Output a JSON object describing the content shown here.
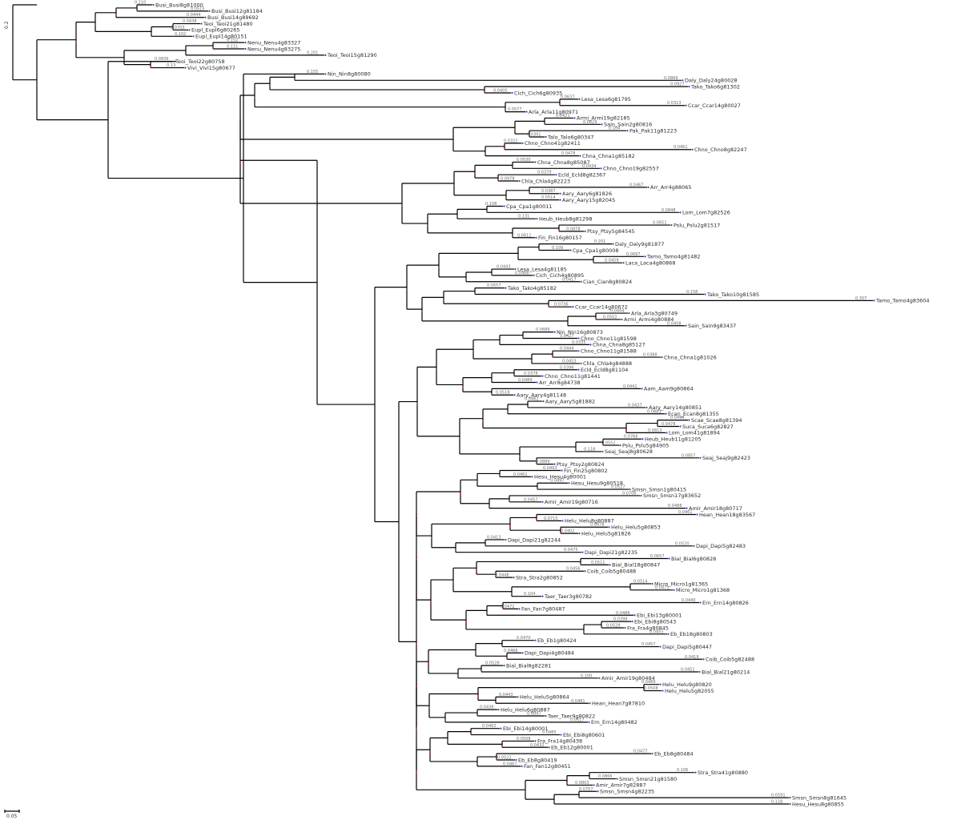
{
  "tree": {
    "scale_label": "0.05",
    "root_label": "0.2",
    "colors": {
      "branch": "#000000",
      "tip": "#3c3cbe",
      "node": "#d03030",
      "label": "#2a2a2a"
    },
    "nodes": [
      {
        "label": "Busi_Busi8g81000",
        "bl": "0.210"
      },
      {
        "label": "Busi_Busi12g81184",
        "bl": "0.0515"
      },
      {
        "label": "Busi_Busi14g89692",
        "bl": "0.0444"
      },
      {
        "label": "Teoi_Teoi21g81480",
        "bl": "0.0938"
      },
      {
        "label": "Eupl_Eupl6g80265",
        "bl": "0.0703"
      },
      {
        "label": "Eupl_Eupl14g80151",
        "bl": "0.102"
      },
      {
        "label": "Nenu_Nenu4g83327",
        "bl": "0.152"
      },
      {
        "label": "Nenu_Nenu4g83275",
        "bl": "0.111"
      },
      {
        "label": "Teoi_Teoi15g81290",
        "bl": "0.201"
      },
      {
        "label": "Teoi_Teoi22g80758",
        "bl": "0.0836"
      },
      {
        "label": "Vivi_Vivi15g80677",
        "bl": "0.13"
      },
      {
        "label": "Nin_Nin8g80080",
        "bl": "0.155"
      },
      {
        "label": "Daly_Daly24g80028",
        "bl": "0.0869"
      },
      {
        "label": "Tako_Tako6g81302",
        "bl": "0.0927"
      },
      {
        "label": "Cich_Cich6g80935",
        "bl": "0.0405"
      },
      {
        "label": "Lesa_Lesa6g81795",
        "bl": "0.0637"
      },
      {
        "label": "Ccar_Ccar14g80027",
        "bl": "0.0313"
      },
      {
        "label": "Arla_Arla11g80971",
        "bl": "0.0577"
      },
      {
        "label": "Armi_Armi19g82185",
        "bl": "0.0421"
      },
      {
        "label": "Sain_Sain2g80816",
        "bl": "0.0629"
      },
      {
        "label": "Pak_Pak11g81223",
        "bl": "0.104"
      },
      {
        "label": "Talo_Talo6g80347",
        "bl": "0.0391"
      },
      {
        "label": "Chno_Chno41g82411",
        "bl": "0.0322"
      },
      {
        "label": "Chno_Chno8g82247",
        "bl": "0.0461"
      },
      {
        "label": "Chna_Chna1g85182",
        "bl": "0.0478"
      },
      {
        "label": "Chna_Chna8g85087",
        "bl": "0.0530"
      },
      {
        "label": "Chno_Chno19g82557",
        "bl": "0.0434"
      },
      {
        "label": "Ecld_Ecld8g82367",
        "bl": "0.0379"
      },
      {
        "label": "Chla_Chla4g82223",
        "bl": "0.0978"
      },
      {
        "label": "Arr_Arr4g88065",
        "bl": "0.0467"
      },
      {
        "label": "Aary_Aary6g81826",
        "bl": "0.0387"
      },
      {
        "label": "Aary_Aary15g82045",
        "bl": "0.0514"
      },
      {
        "label": "Cpa_Cpa1g80011",
        "bl": "0.108"
      },
      {
        "label": "Lom_Lom7g82526",
        "bl": "0.0848"
      },
      {
        "label": "Heub_Heub8g81298",
        "bl": "0.131"
      },
      {
        "label": "Pslu_Pslu2g81517",
        "bl": "0.0651"
      },
      {
        "label": "Ptsy_Ptsy5g84545",
        "bl": "0.0878"
      },
      {
        "label": "Fin_Fin16g80157",
        "bl": "0.0611"
      },
      {
        "label": "Daly_Daly9g81877",
        "bl": "0.201"
      },
      {
        "label": "Cpa_Cpa1g80008",
        "bl": "0.109"
      },
      {
        "label": "Tamo_Tamo4g81482",
        "bl": "0.0697"
      },
      {
        "label": "Laca_Laca4g80868",
        "bl": "0.0459"
      },
      {
        "label": "Lesa_Lesa4g81185",
        "bl": "0.0443"
      },
      {
        "label": "Cich_Cich4g80895",
        "bl": "0.0466"
      },
      {
        "label": "Cian_Cian8g80824",
        "bl": "0.0417"
      },
      {
        "label": "Tako_Tako4g85182",
        "bl": "0.0557"
      },
      {
        "label": "Tako_Tako10g81585",
        "bl": "0.158"
      },
      {
        "label": "Tamo_Tamo4g83604",
        "bl": "0.307"
      },
      {
        "label": "Ccar_Ccar14g80672",
        "bl": "0.0736"
      },
      {
        "label": "Arla_Arla3g80749",
        "bl": "0.0444"
      },
      {
        "label": "Armi_Armi4g80884",
        "bl": "0.0502"
      },
      {
        "label": "Sain_Sain9g83437",
        "bl": "0.0458"
      },
      {
        "label": "Nin_Nin16g80873",
        "bl": "0.0689"
      },
      {
        "label": "Chno_Chno11g81598",
        "bl": "0.0427"
      },
      {
        "label": "Chna_Chna8g85127",
        "bl": "0.0335"
      },
      {
        "label": "Chno_Chno11g81588",
        "bl": "0.0444"
      },
      {
        "label": "Chna_Chna1g81026",
        "bl": "0.0388"
      },
      {
        "label": "Chla_Chla4g84888",
        "bl": "0.0453"
      },
      {
        "label": "Ecld_Ecld8g81104",
        "bl": "0.0396"
      },
      {
        "label": "Chno_Chno11g81441",
        "bl": "0.0378"
      },
      {
        "label": "Arr_Arr8g84738",
        "bl": "0.0489"
      },
      {
        "label": "Aam_Aam9g80864",
        "bl": "0.0441"
      },
      {
        "label": "Aary_Aary4g81148",
        "bl": "0.0518"
      },
      {
        "label": "Aary_Aary5g81882",
        "bl": "0.0462"
      },
      {
        "label": "Aary_Aary14g80851",
        "bl": "0.0437"
      },
      {
        "label": "Ecan_Ecan8g81355",
        "bl": "0.0883"
      },
      {
        "label": "Scae_Scae8g81394",
        "bl": "0.0494"
      },
      {
        "label": "Suca_Suca6g82827",
        "bl": "0.0478"
      },
      {
        "label": "Lom_Lom41g81894",
        "bl": "0.0813"
      },
      {
        "label": "Heub_Heub11g81205",
        "bl": "0.0766"
      },
      {
        "label": "Pslu_Pslu5g84905",
        "bl": "0.0552"
      },
      {
        "label": "Seaj_Seaj8g80628",
        "bl": "0.118"
      },
      {
        "label": "Seaj_Seaj9g82423",
        "bl": "0.0857"
      },
      {
        "label": "Ptsy_Ptsy2g80824",
        "bl": "0.0889"
      },
      {
        "label": "Fin_Fin25g80802",
        "bl": "0.0493"
      },
      {
        "label": "Hesu_Hesu4g80001",
        "bl": "0.0461"
      },
      {
        "label": "Hesu_Hesu9g80518",
        "bl": "0.0497"
      },
      {
        "label": "Smsn_Smsn1g80415",
        "bl": "0.0527"
      },
      {
        "label": "Smsn_Smsn17g83652",
        "bl": "0.0706"
      },
      {
        "label": "Amir_Amir19g80716",
        "bl": "0.0457"
      },
      {
        "label": "Amir_Amir18g80717",
        "bl": "0.0488"
      },
      {
        "label": "Hean_Hean18g83567",
        "bl": "0.0461"
      },
      {
        "label": "Helu_Helu8g80887",
        "bl": "0.0715"
      },
      {
        "label": "Helu_Helu5g80853",
        "bl": "0.0478"
      },
      {
        "label": "Helu_Helu5g81826",
        "bl": "0.0402"
      },
      {
        "label": "Dapi_Dapi21g82244",
        "bl": "0.0413"
      },
      {
        "label": "Dapi_Dapi5g82483",
        "bl": "0.0520"
      },
      {
        "label": "Dapi_Dapi21g82235",
        "bl": "0.0475"
      },
      {
        "label": "Bial_Bial6g80828",
        "bl": "0.0657"
      },
      {
        "label": "Bial_Bial18g80847",
        "bl": "0.0511"
      },
      {
        "label": "Coib_Coib5g80488",
        "bl": "0.0456"
      },
      {
        "label": "Stra_Stra2g80852",
        "bl": "0.0448"
      },
      {
        "label": "Micro_Micro1g81365",
        "bl": "0.0514"
      },
      {
        "label": "Micro_Micro1g81368",
        "bl": "0.0471"
      },
      {
        "label": "Taer_Taer3g80782",
        "bl": "0.104"
      },
      {
        "label": "Ern_Ern14g80826",
        "bl": "0.0440"
      },
      {
        "label": "Fan_Fan7g80487",
        "bl": "0.0472"
      },
      {
        "label": "Ebi_Ebi13g80001",
        "bl": "0.0486"
      },
      {
        "label": "Ebi_Ebi8g80543",
        "bl": "0.0398"
      },
      {
        "label": "Fra_Fra4g80845",
        "bl": "0.0529"
      },
      {
        "label": "Eb_Eb18g80803",
        "bl": "0.0453"
      },
      {
        "label": "Eb_Eb1g80424",
        "bl": "0.0470"
      },
      {
        "label": "Dapi_Dapi5g80447",
        "bl": "0.0457"
      },
      {
        "label": "Dapi_Dapi4g80484",
        "bl": "0.0466"
      },
      {
        "label": "Coib_Coib5g82488",
        "bl": "0.0419"
      },
      {
        "label": "Bial_Bial8g82281",
        "bl": "0.0528"
      },
      {
        "label": "Bial_Bial21g80214",
        "bl": "0.0451"
      },
      {
        "label": "Amir_Amir19g80484",
        "bl": "0.100"
      },
      {
        "label": "Helu_Helu9g80820",
        "bl": "0.0489"
      },
      {
        "label": "Helu_Helu5g82055",
        "bl": "0.0508"
      },
      {
        "label": "Helu_Helu5g80864",
        "bl": "0.0443"
      },
      {
        "label": "Hean_Hean7g87810",
        "bl": "0.0481"
      },
      {
        "label": "Helu_Helu6g80887",
        "bl": "0.0436"
      },
      {
        "label": "Taer_Taer9g80822",
        "bl": "0.0897"
      },
      {
        "label": "Ern_Ern14g80482",
        "bl": "0.0517"
      },
      {
        "label": "Ebi_Ebi14g80001",
        "bl": "0.0462"
      },
      {
        "label": "Ebi_Ebi8g80601",
        "bl": "0.0485"
      },
      {
        "label": "Fra_Fra14g80438",
        "bl": "0.0508"
      },
      {
        "label": "Eb_Eb12g80001",
        "bl": "0.0432"
      },
      {
        "label": "Eb_Eb8g80484",
        "bl": "0.0477"
      },
      {
        "label": "Eb_Eb8g80419",
        "bl": "0.0522"
      },
      {
        "label": "Fan_Fan12g80451",
        "bl": "0.0467"
      },
      {
        "label": "Stra_Stra41g80880",
        "bl": "0.106"
      },
      {
        "label": "Smsn_Smsn21g81580",
        "bl": "0.0866"
      },
      {
        "label": "Amir_Amir7g82887",
        "bl": "0.0803"
      },
      {
        "label": "Smsn_Smsn4g82235",
        "bl": "0.0757"
      },
      {
        "label": "Smsn_Smsn8g81645",
        "bl": "0.0591"
      },
      {
        "label": "Hesu_Hesu8g80855",
        "bl": "0.118"
      }
    ]
  }
}
